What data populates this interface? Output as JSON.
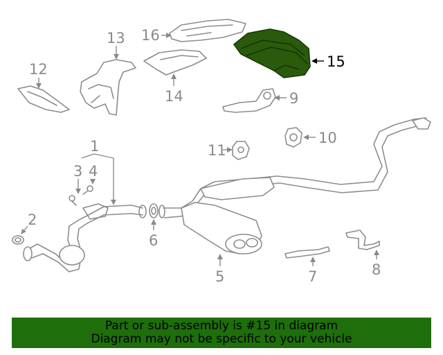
{
  "callouts": {
    "c1": "1",
    "c2": "2",
    "c3": "3",
    "c4": "4",
    "c5": "5",
    "c6": "6",
    "c7": "7",
    "c8": "8",
    "c9": "9",
    "c10": "10",
    "c11": "11",
    "c12": "12",
    "c13": "13",
    "c14": "14",
    "c15": "15",
    "c16": "16"
  },
  "highlight_color": "#2a5a0c",
  "banner": {
    "line1": "Part or sub-assembly is #15 in diagram",
    "line2": "Diagram may not be specific to your vehicle",
    "background": "#1e6e0c"
  }
}
